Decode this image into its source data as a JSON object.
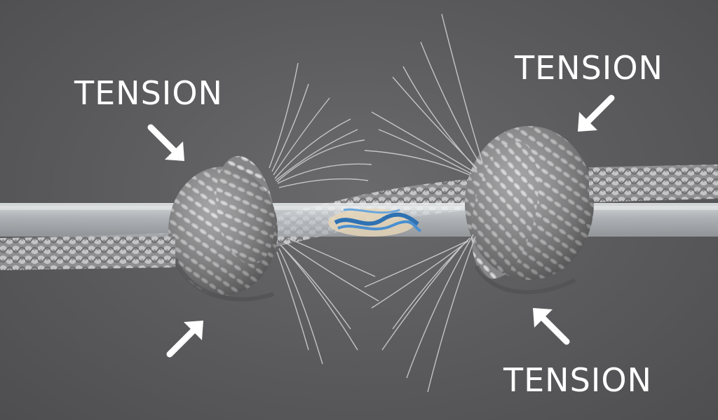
{
  "labels": {
    "top_left": "TENSION",
    "top_right": "TENSION",
    "bottom_right": "TENSION"
  },
  "colors": {
    "background": "#5b5b5d",
    "rope": "#a9a9ab",
    "rope_shadow": "#6c6c6e",
    "fiber": "#cfcfd1",
    "tube": "#d9dde0",
    "inner_core": "#3a7fc0",
    "text": "#ffffff"
  },
  "icons": {
    "arrows": [
      "arrow-down-right-icon",
      "arrow-down-left-icon",
      "arrow-up-right-icon",
      "arrow-up-left-icon"
    ]
  }
}
